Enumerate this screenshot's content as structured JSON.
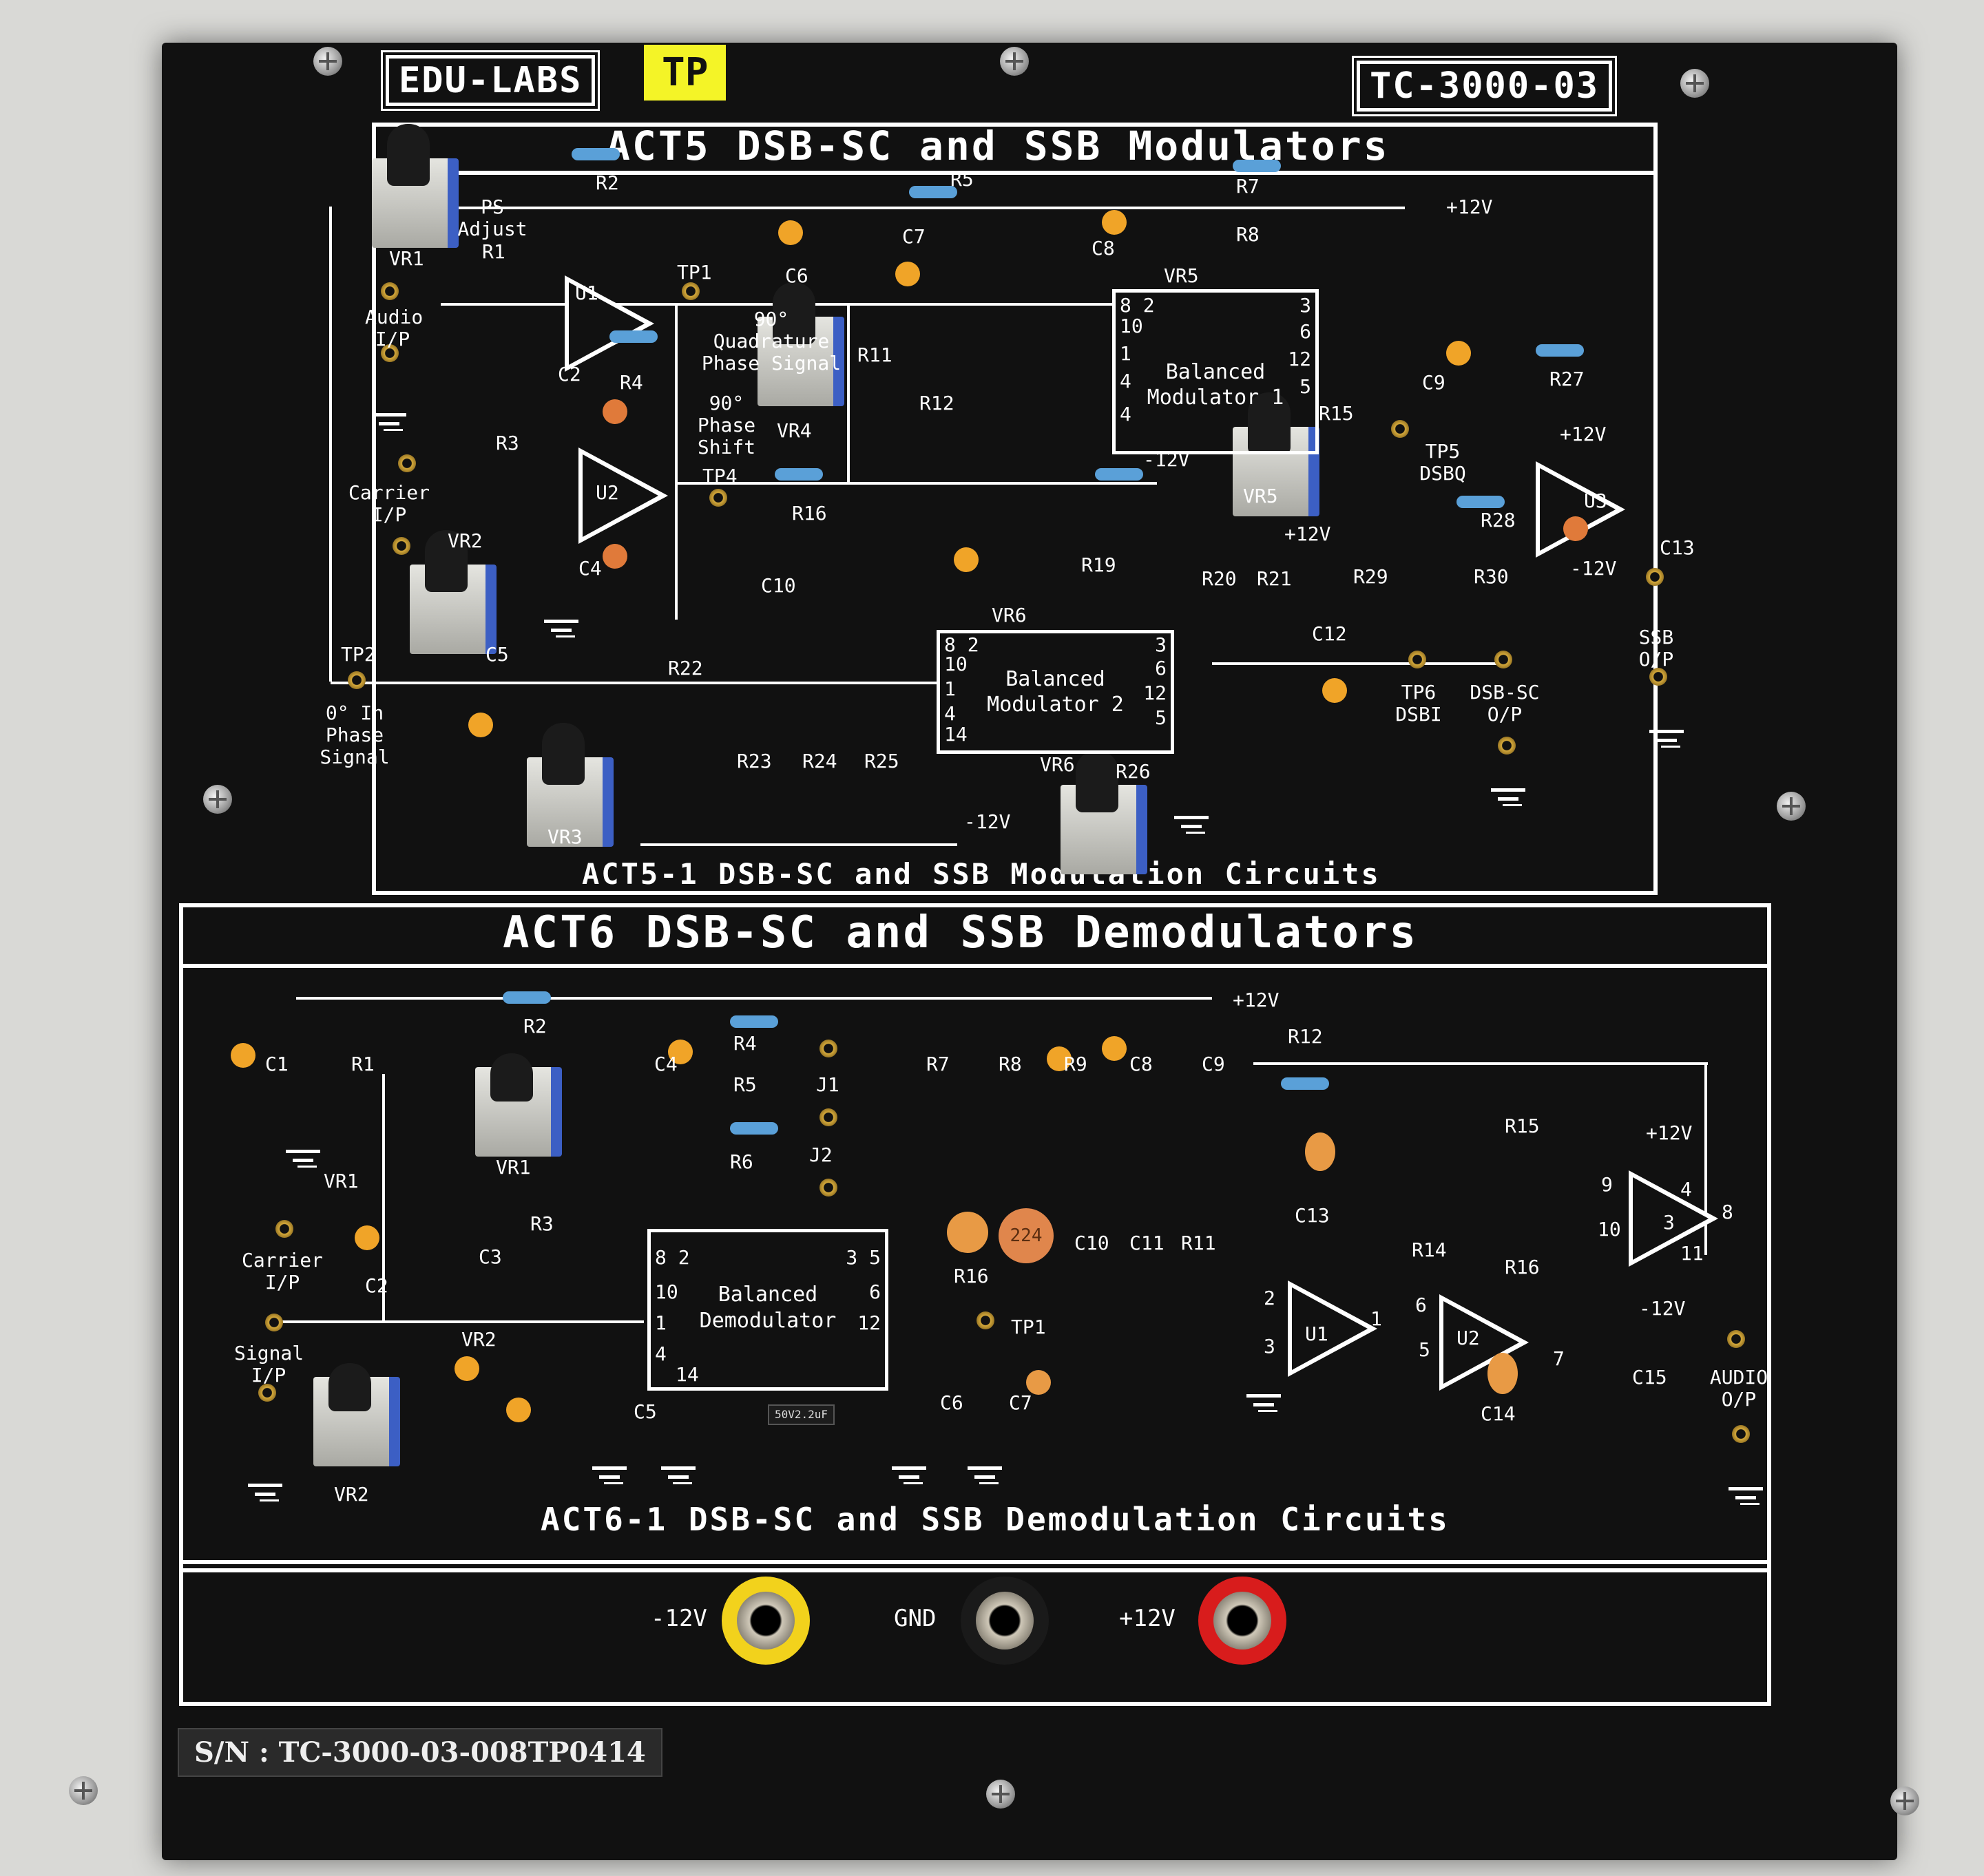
{
  "header": {
    "brand": "EDU-LABS",
    "badge": "TP",
    "model": "TC-3000-03"
  },
  "colors": {
    "board": "#111111",
    "silkscreen": "#ffffff",
    "badge": "#f4f427",
    "jack_neg12": "#f2d21c",
    "jack_gnd": "#1a1a1a",
    "jack_pos12": "#d81c1c"
  },
  "act5": {
    "title": "ACT5 DSB-SC and SSB Modulators",
    "subtitle": "ACT5-1 DSB-SC and SSB Modulation Circuits",
    "ic1": {
      "name_line1": "Balanced",
      "name_line2": "Modulator 1",
      "pins_left": [
        "8 2",
        "10",
        "1",
        "4",
        "4"
      ],
      "pins_right": [
        "3",
        "6",
        "12",
        "5"
      ]
    },
    "ic2": {
      "name_line1": "Balanced",
      "name_line2": "Modulator 2",
      "pins_left": [
        "8 2",
        "10",
        "1",
        "4",
        "14"
      ],
      "pins_right": [
        "3",
        "6",
        "12",
        "5"
      ]
    },
    "labels": {
      "vr1": "VR1",
      "vr2": "VR2",
      "vr3": "VR3",
      "vr4": "VR4",
      "vr5": "VR5",
      "vr6": "VR6",
      "ps_adjust": "PS Adjust",
      "audio_ip": "Audio I/P",
      "carrier_ip": "Carrier I/P",
      "tp1": "TP1",
      "tp2": "TP2",
      "tp4": "TP4",
      "tp5": "TP5 DSBQ",
      "tp6": "TP6 DSBI",
      "quadrature": "90° Quadrature Phase Signal",
      "phase_shift": "90° Phase Shift",
      "in_phase": "0° In Phase Signal",
      "dsbsc_op": "DSB-SC O/P",
      "ssb_op": "SSB O/P",
      "u1": "U1",
      "u2": "U2",
      "u3": "U3",
      "plus12_a": "+12V",
      "plus12_b": "+12V",
      "plus12_c": "+12V",
      "minus12_a": "-12V",
      "minus12_b": "-12V",
      "minus12_c": "-12V",
      "r1": "R1",
      "r2": "R2",
      "r3": "R3",
      "r4": "R4",
      "r5": "R5",
      "r7": "R7",
      "r8": "R8",
      "r11": "R11",
      "r12": "R12",
      "r15": "R15",
      "r16": "R16",
      "r19": "R19",
      "r20": "R20",
      "r21": "R21",
      "r22": "R22",
      "r23": "R23",
      "r24": "R24",
      "r25": "R25",
      "r26": "R26",
      "r27": "R27",
      "r28": "R28",
      "r29": "R29",
      "r30": "R30",
      "c2": "C2",
      "c4": "C4",
      "c5": "C5",
      "c6": "C6",
      "c7": "C7",
      "c8": "C8",
      "c9": "C9",
      "c10": "C10",
      "c12": "C12",
      "c13": "C13"
    }
  },
  "act6": {
    "title": "ACT6 DSB-SC and SSB Demodulators",
    "subtitle": "ACT6-1 DSB-SC and SSB Demodulation Circuits",
    "ic": {
      "name_line1": "Balanced",
      "name_line2": "Demodulator",
      "pins_left": [
        "8 2",
        "10",
        "1",
        "4",
        "14"
      ],
      "pins_right": [
        "3 5",
        "6",
        "12"
      ]
    },
    "labels": {
      "vr1_sym": "VR1",
      "vr1_pot": "VR1",
      "vr2_sym": "VR2",
      "vr2_pot": "VR2",
      "carrier_ip": "Carrier I/P",
      "signal_ip": "Signal I/P",
      "j1": "J1",
      "j2": "J2",
      "tp1": "TP1",
      "audio_op": "AUDIO O/P",
      "u1": "U1",
      "u2": "U2",
      "plus12_a": "+12V",
      "plus12_b": "+12V",
      "minus12": "-12V",
      "r1": "R1",
      "r2": "R2",
      "r3": "R3",
      "r4": "R4",
      "r5": "R5",
      "r6": "R6",
      "r7": "R7",
      "r8": "R8",
      "r9": "R9",
      "r11": "R11",
      "r12": "R12",
      "r14": "R14",
      "r15": "R15",
      "r16": "R16",
      "c1": "C1",
      "c2": "C2",
      "c3": "C3",
      "c4": "C4",
      "c5": "C5",
      "c6": "C6",
      "c7": "C7",
      "c8": "C8",
      "c9": "C9",
      "c10": "C10",
      "c11": "C11",
      "c13": "C13",
      "c14": "C14",
      "c15": "C15",
      "cap_code": "224",
      "elcap_marking": "50V2.2uF",
      "u3_pins": {
        "p9": "9",
        "p4": "4",
        "p3": "3",
        "p10": "10",
        "p11": "11",
        "p8": "8"
      },
      "u1_pins": {
        "p2": "2",
        "p3": "3",
        "p1": "1"
      },
      "u2_pins": {
        "p6": "6",
        "p5": "5",
        "p7": "7"
      }
    }
  },
  "power": {
    "neg12": "-12V",
    "gnd": "GND",
    "pos12": "+12V"
  },
  "serial": "S/N : TC-3000-03-008TP0414"
}
